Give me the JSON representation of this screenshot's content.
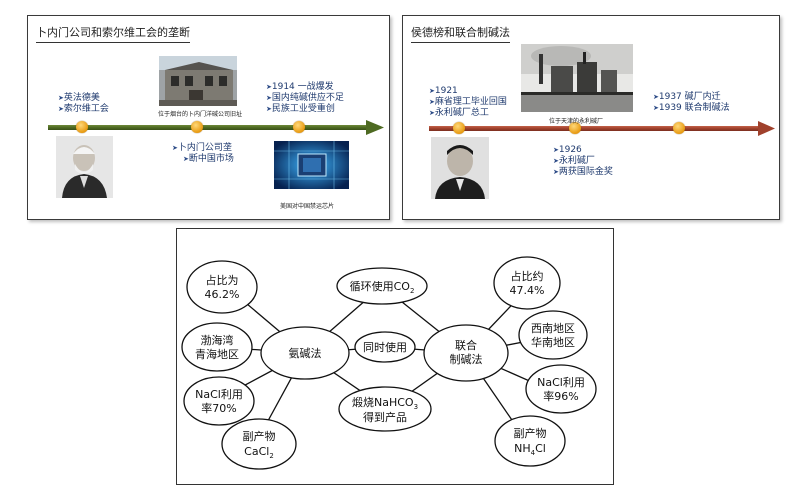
{
  "panel_left": {
    "title": "卜内门公司和索尔维工会的垄断",
    "bullets_1": [
      "英法德美",
      "索尔维工会"
    ],
    "bullets_2": [
      "1914 一战爆发",
      "国内纯碱供应不足",
      "民族工业受重创"
    ],
    "bullets_3": [
      "卜内门公司垄",
      "断中国市场"
    ],
    "caption_factory": "位于烟台的卜内门洋碱公司旧址",
    "caption_chip": "美国对中国禁运芯片"
  },
  "panel_right": {
    "title": "侯德榜和联合制碱法",
    "bullets_1": [
      "1921",
      "麻省理工毕业回国",
      "永利碱厂总工"
    ],
    "bullets_2": [
      "1926",
      "永利碱厂",
      "两获国际金奖"
    ],
    "bullets_3": [
      "1937 碱厂内迁",
      "1939 联合制碱法"
    ],
    "caption_factory": "位于天津的永利碱厂"
  },
  "diagram": {
    "left_center": "氨碱法",
    "right_center_1": "联合",
    "right_center_2": "制碱法",
    "shared_top": "循环使用CO",
    "shared_top_sub": "2",
    "shared_mid": "同时使用",
    "shared_bottom_1a": "煅烧NaHCO",
    "shared_bottom_1sub": "3",
    "shared_bottom_2": "得到产品",
    "left_nodes": {
      "n1": [
        "占比为",
        "46.2%"
      ],
      "n2": [
        "渤海湾",
        "青海地区"
      ],
      "n3": [
        "NaCl利用",
        "率70%"
      ],
      "n4a": "副产物",
      "n4b": "CaCl",
      "n4sub": "2"
    },
    "right_nodes": {
      "n1": [
        "占比约",
        "47.4%"
      ],
      "n2": [
        "西南地区",
        "华南地区"
      ],
      "n3": [
        "NaCl利用",
        "率96%"
      ],
      "n4a": "副产物",
      "n4b": "NH",
      "n4sub": "4",
      "n4c": "Cl"
    }
  }
}
